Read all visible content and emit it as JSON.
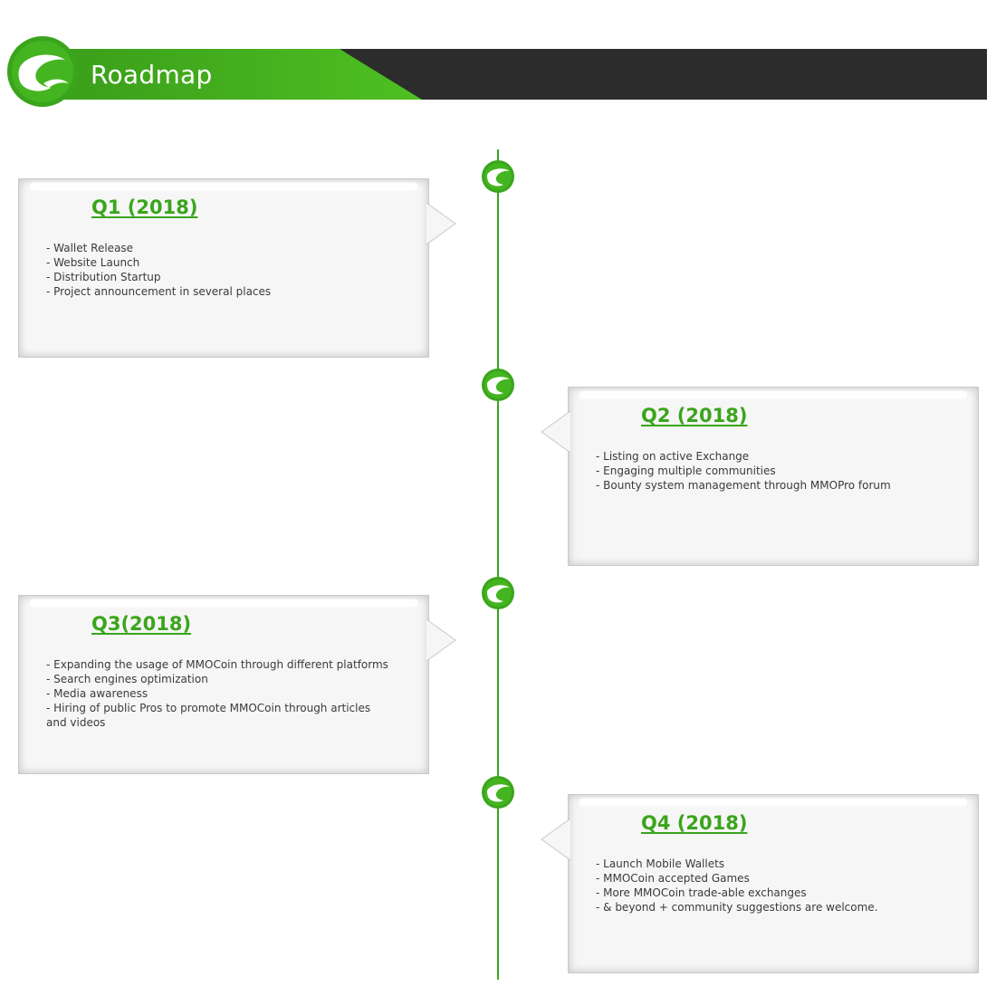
{
  "header": {
    "title": "Roadmap",
    "colors": {
      "green": "#3aa51c",
      "dark": "#2c2c2c"
    },
    "logo_icon": "mmocoin-logo-icon"
  },
  "timeline": {
    "color": "#3aa51c",
    "node_icon": "mmocoin-logo-icon"
  },
  "milestones": [
    {
      "title": "Q1 (2018)",
      "items": [
        "- Wallet Release",
        "- Website Launch",
        "- Distribution Startup",
        "- Project announcement in several places"
      ]
    },
    {
      "title": "Q2 (2018)",
      "items": [
        "- Listing on active Exchange",
        "- Engaging multiple communities",
        "- Bounty system management through MMOPro forum"
      ]
    },
    {
      "title": "Q3(2018)",
      "items": [
        "- Expanding the usage of MMOCoin through different platforms",
        "- Search engines optimization",
        "- Media awareness",
        "- Hiring of public Pros to promote MMOCoin through articles\n   and videos"
      ]
    },
    {
      "title": "Q4 (2018)",
      "items": [
        "- Launch Mobile Wallets",
        "- MMOCoin accepted Games",
        "- More MMOCoin trade-able exchanges",
        "- & beyond + community suggestions are welcome."
      ]
    }
  ]
}
